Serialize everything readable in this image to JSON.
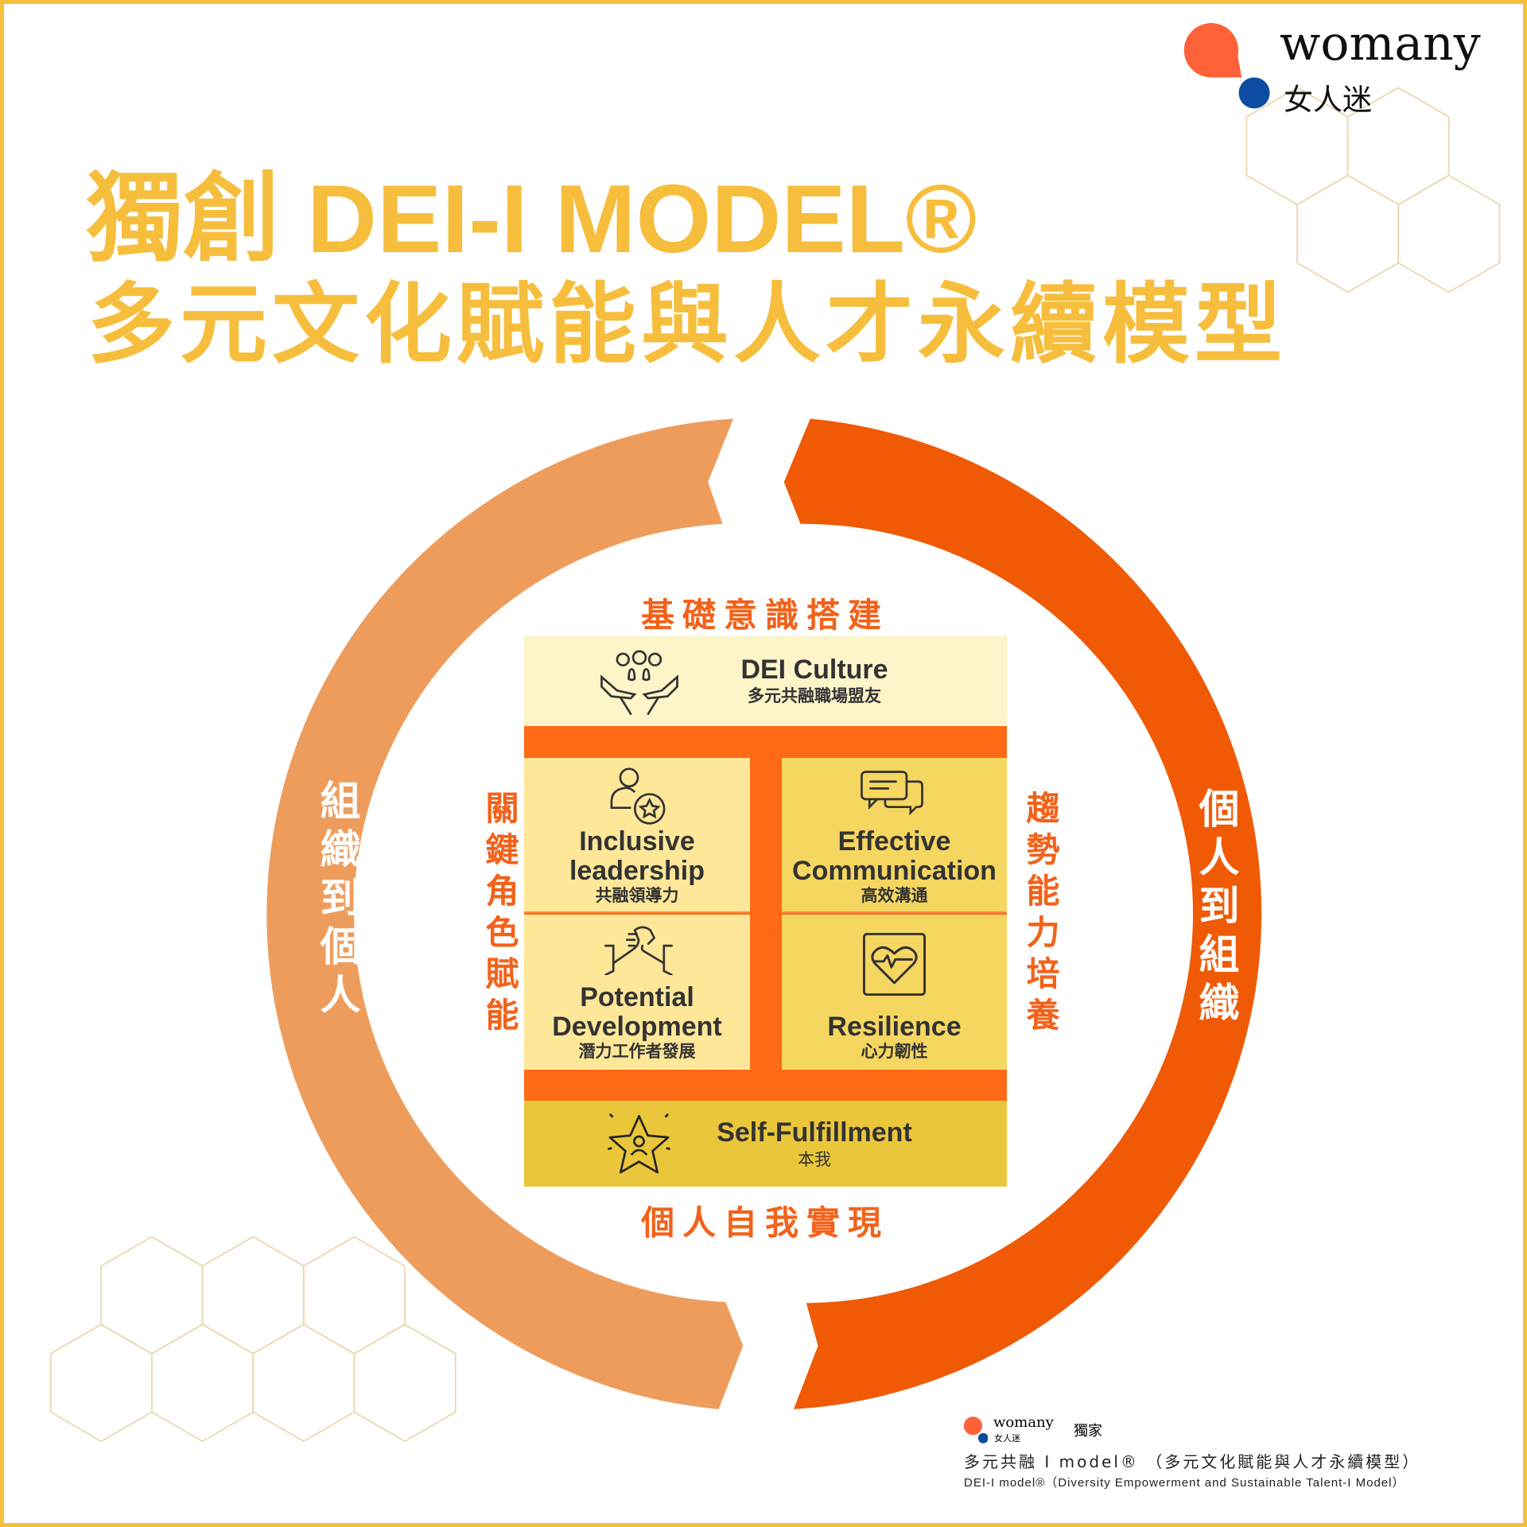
{
  "title": {
    "line1": "獨創 DEI-I MODEL®",
    "line2": "多元文化賦能與人才永續模型"
  },
  "logo": {
    "word": "womany",
    "cn": "女人迷"
  },
  "ring": {
    "left_label": "組織到個人",
    "right_label": "個人到組織",
    "left_color": "#EE9C5C",
    "right_color": "#F05A05"
  },
  "model": {
    "top_label": "基礎意識搭建",
    "bottom_label": "個人自我實現",
    "left_label": "關鍵角色賦能",
    "right_label": "趨勢能力培養",
    "culture": {
      "en": "DEI Culture",
      "cn": "多元共融職場盟友",
      "icon": "community-hands-icon"
    },
    "leadership": {
      "en1": "Inclusive",
      "en2": "leadership",
      "cn": "共融領導力",
      "icon": "person-star-icon"
    },
    "communication": {
      "en1": "Effective",
      "en2": "Communication",
      "cn": "高效溝通",
      "icon": "chat-bubbles-icon"
    },
    "potential": {
      "en1": "Potential",
      "en2": "Development",
      "cn": "潛力工作者發展",
      "icon": "handshake-icon"
    },
    "resilience": {
      "en": "Resilience",
      "cn": "心力韌性",
      "icon": "heart-pulse-icon"
    },
    "self": {
      "en": "Self-Fulfillment",
      "cn": "本我",
      "icon": "star-person-icon"
    }
  },
  "footer": {
    "logo_word": "womany",
    "logo_cn": "女人迷",
    "exclusive": "獨家",
    "line1": "多元共融 I model® （多元文化賦能與人才永續模型）",
    "line2": "DEI-I model®（Diversity Empowerment and Sustainable Talent-I Model）"
  }
}
